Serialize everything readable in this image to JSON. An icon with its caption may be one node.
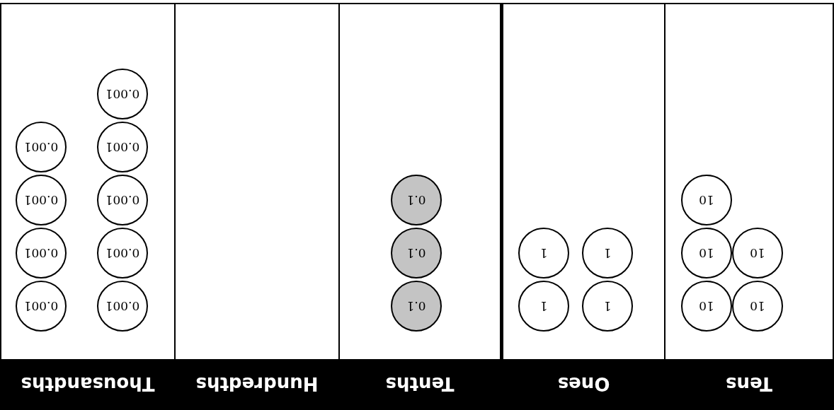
{
  "diagram": {
    "nodes": [
      {
        "text": [
          "Tens"
        ]
      },
      {
        "text": [
          "10"
        ],
        "in": 0
      },
      {
        "text": [
          "10"
        ],
        "in": 0
      },
      {
        "text": [
          "10"
        ],
        "in": 0
      },
      {
        "text": [
          "10"
        ],
        "in": 0
      },
      {
        "text": [
          "10"
        ],
        "in": 0
      },
      {
        "text": [
          "Ones"
        ]
      },
      {
        "text": [
          "1"
        ],
        "in": 6
      },
      {
        "text": [
          "1"
        ],
        "in": 6
      },
      {
        "text": [
          "1"
        ],
        "in": 6
      },
      {
        "text": [
          "1"
        ],
        "in": 6
      },
      {
        "text": [
          "Tenths"
        ]
      },
      {
        "text": [
          "0.1"
        ],
        "in": 11
      },
      {
        "text": [
          "0.1"
        ],
        "in": 11
      },
      {
        "text": [
          "0.1"
        ],
        "in": 11
      },
      {
        "text": [
          "Hundredths"
        ]
      },
      {
        "text": [
          "Thousandths"
        ]
      },
      {
        "text": [
          "0.001"
        ],
        "in": 16
      },
      {
        "text": [
          "0.001"
        ],
        "in": 16
      },
      {
        "text": [
          "0.001"
        ],
        "in": 16
      },
      {
        "text": [
          "0.001"
        ],
        "in": 16
      },
      {
        "text": [
          "0.001"
        ],
        "in": 16
      },
      {
        "text": [
          "0.001"
        ],
        "in": 16
      },
      {
        "text": [
          "0.001"
        ],
        "in": 16
      },
      {
        "text": [
          "0.001"
        ],
        "in": 16
      },
      {
        "text": [
          "0.001"
        ],
        "in": 16
      }
    ],
    "edges": []
  }
}
